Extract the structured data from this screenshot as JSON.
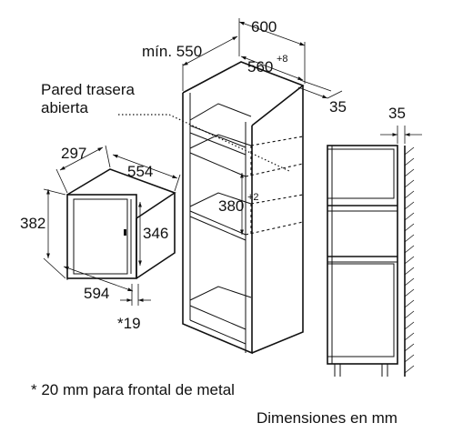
{
  "dimensions": {
    "width_600": "600",
    "min_550": "mín. 550",
    "depth_560": "560",
    "depth_560_tol": "+8",
    "gap_35_top": "35",
    "gap_35_side": "35",
    "oven_297": "297",
    "oven_554": "554",
    "oven_382": "382",
    "oven_346": "346",
    "oven_594": "594",
    "oven_19": "*19",
    "niche_380": "380",
    "niche_380_tol": "+2"
  },
  "labels": {
    "rear_wall_line1": "Pared trasera",
    "rear_wall_line2": "abierta"
  },
  "notes": {
    "footnote": "* 20 mm para frontal de metal",
    "units": "Dimensiones en mm"
  }
}
